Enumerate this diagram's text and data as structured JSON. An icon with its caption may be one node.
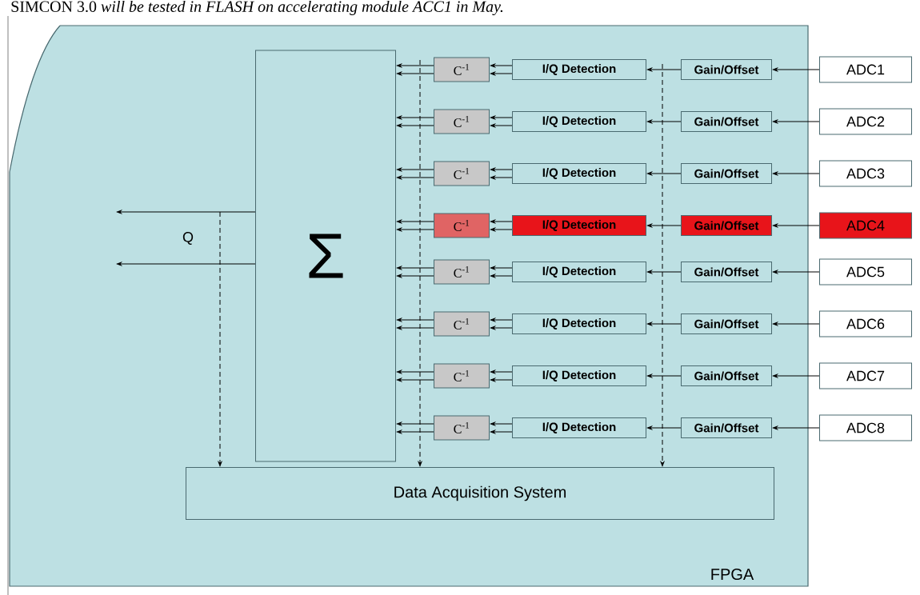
{
  "diagram": {
    "nodes": [
      {
        "text": [
          "FPGA"
        ]
      },
      {
        "text": [
          "Σ"
        ],
        "in": 0
      },
      {
        "text": [
          "Data Acquisition System"
        ],
        "in": 0
      },
      {
        "text": [
          "C$^{-1}$"
        ],
        "in": 0
      },
      {
        "text": [
          "I/Q Detection"
        ],
        "in": 0
      },
      {
        "text": [
          "Gain/Offset"
        ],
        "in": 0
      },
      {
        "text": [
          "ADC1"
        ]
      },
      {
        "text": [
          "C$^{-1}$"
        ],
        "in": 0
      },
      {
        "text": [
          "I/Q Detection"
        ],
        "in": 0
      },
      {
        "text": [
          "Gain/Offset"
        ],
        "in": 0
      },
      {
        "text": [
          "ADC2"
        ]
      },
      {
        "text": [
          "C$^{-1}$"
        ],
        "in": 0
      },
      {
        "text": [
          "I/Q Detection"
        ],
        "in": 0
      },
      {
        "text": [
          "Gain/Offset"
        ],
        "in": 0
      },
      {
        "text": [
          "ADC3"
        ]
      },
      {
        "text": [
          "C$^{-1}$"
        ],
        "in": 0
      },
      {
        "text": [
          "I/Q Detection"
        ],
        "in": 0
      },
      {
        "text": [
          "Gain/Offset"
        ],
        "in": 0
      },
      {
        "text": [
          "ADC4"
        ]
      },
      {
        "text": [
          "C$^{-1}$"
        ],
        "in": 0
      },
      {
        "text": [
          "I/Q Detection"
        ],
        "in": 0
      },
      {
        "text": [
          "Gain/Offset"
        ],
        "in": 0
      },
      {
        "text": [
          "ADC5"
        ]
      },
      {
        "text": [
          "C$^{-1}$"
        ],
        "in": 0
      },
      {
        "text": [
          "I/Q Detection"
        ],
        "in": 0
      },
      {
        "text": [
          "Gain/Offset"
        ],
        "in": 0
      },
      {
        "text": [
          "ADC6"
        ]
      },
      {
        "text": [
          "C$^{-1}$"
        ],
        "in": 0
      },
      {
        "text": [
          "I/Q Detection"
        ],
        "in": 0
      },
      {
        "text": [
          "Gain/Offset"
        ],
        "in": 0
      },
      {
        "text": [
          "ADC7"
        ]
      },
      {
        "text": [
          "C$^{-1}$"
        ],
        "in": 0
      },
      {
        "text": [
          "I/Q Detection"
        ],
        "in": 0
      },
      {
        "text": [
          "Gain/Offset"
        ],
        "in": 0
      },
      {
        "text": [
          "ADC8"
        ]
      }
    ],
    "edges": [
      {
        "from": 6,
        "to": 5,
        "arrow": "to"
      },
      {
        "from": 5,
        "to": 4,
        "arrow": "to"
      },
      {
        "from": 4,
        "to": 3,
        "arrow": "to"
      },
      {
        "from": 4,
        "to": 3,
        "arrow": "to"
      },
      {
        "from": 3,
        "to": 1,
        "arrow": "to"
      },
      {
        "from": 3,
        "to": 1,
        "arrow": "to"
      },
      {
        "from": 10,
        "to": 9,
        "arrow": "to"
      },
      {
        "from": 9,
        "to": 8,
        "arrow": "to"
      },
      {
        "from": 8,
        "to": 7,
        "arrow": "to"
      },
      {
        "from": 8,
        "to": 7,
        "arrow": "to"
      },
      {
        "from": 7,
        "to": 1,
        "arrow": "to"
      },
      {
        "from": 7,
        "to": 1,
        "arrow": "to"
      },
      {
        "from": 14,
        "to": 13,
        "arrow": "to"
      },
      {
        "from": 13,
        "to": 12,
        "arrow": "to"
      },
      {
        "from": 12,
        "to": 11,
        "arrow": "to"
      },
      {
        "from": 12,
        "to": 11,
        "arrow": "to"
      },
      {
        "from": 11,
        "to": 1,
        "arrow": "to"
      },
      {
        "from": 11,
        "to": 1,
        "arrow": "to"
      },
      {
        "from": 18,
        "to": 17,
        "arrow": "to"
      },
      {
        "from": 17,
        "to": 16,
        "arrow": "to"
      },
      {
        "from": 16,
        "to": 15,
        "arrow": "to"
      },
      {
        "from": 16,
        "to": 15,
        "arrow": "to"
      },
      {
        "from": 15,
        "to": 1,
        "arrow": "to"
      },
      {
        "from": 15,
        "to": 1,
        "arrow": "to"
      },
      {
        "from": 22,
        "to": 21,
        "arrow": "to"
      },
      {
        "from": 21,
        "to": 20,
        "arrow": "to"
      },
      {
        "from": 20,
        "to": 19,
        "arrow": "to"
      },
      {
        "from": 20,
        "to": 19,
        "arrow": "to"
      },
      {
        "from": 19,
        "to": 1,
        "arrow": "to"
      },
      {
        "from": 19,
        "to": 1,
        "arrow": "to"
      },
      {
        "from": 26,
        "to": 25,
        "arrow": "to"
      },
      {
        "from": 25,
        "to": 24,
        "arrow": "to"
      },
      {
        "from": 24,
        "to": 23,
        "arrow": "to"
      },
      {
        "from": 24,
        "to": 23,
        "arrow": "to"
      },
      {
        "from": 23,
        "to": 1,
        "arrow": "to"
      },
      {
        "from": 23,
        "to": 1,
        "arrow": "to"
      },
      {
        "from": 30,
        "to": 29,
        "arrow": "to"
      },
      {
        "from": 29,
        "to": 28,
        "arrow": "to"
      },
      {
        "from": 28,
        "to": 27,
        "arrow": "to"
      },
      {
        "from": 28,
        "to": 27,
        "arrow": "to"
      },
      {
        "from": 27,
        "to": 1,
        "arrow": "to"
      },
      {
        "from": 27,
        "to": 1,
        "arrow": "to"
      },
      {
        "from": 34,
        "to": 33,
        "arrow": "to"
      },
      {
        "from": 33,
        "to": 32,
        "arrow": "to"
      },
      {
        "from": 32,
        "to": 31,
        "arrow": "to"
      },
      {
        "from": 32,
        "to": 31,
        "arrow": "to"
      },
      {
        "from": 31,
        "to": 1,
        "arrow": "to"
      },
      {
        "from": 31,
        "to": 1,
        "arrow": "to"
      },
      {
        "from": 1,
        "to": null,
        "arrow": "to"
      },
      {
        "from": 1,
        "to": null,
        "arrow": "to"
      },
      {
        "from": null,
        "to": 2,
        "arrow": "to",
        "style": "dashed"
      },
      {
        "from": null,
        "to": 2,
        "arrow": "to",
        "style": "dashed"
      },
      {
        "from": null,
        "to": 2,
        "arrow": "to",
        "style": "dashed"
      }
    ],
    "labels": [
      "SIMCON 3.0 *will be tested in FLASH on accelerating module ACC1 in May.*",
      "Q"
    ]
  }
}
